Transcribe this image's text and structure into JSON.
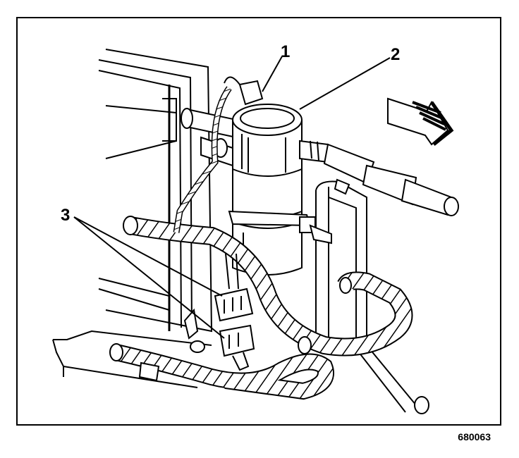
{
  "figure": {
    "figure_id": "680063",
    "callouts": [
      {
        "label": "1"
      },
      {
        "label": "2"
      },
      {
        "label": "3"
      }
    ]
  },
  "colors": {
    "ink": "#000000",
    "paper": "#ffffff"
  }
}
